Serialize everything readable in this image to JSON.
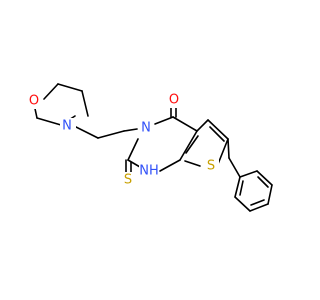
{
  "molecule": {
    "atoms": {
      "morpholine_o": {
        "label": "O",
        "color": "#ff0d0d"
      },
      "morpholine_n": {
        "label": "N",
        "color": "#3050f8"
      },
      "ring_n3": {
        "label": "N",
        "color": "#3050f8"
      },
      "carbonyl_o": {
        "label": "O",
        "color": "#ff0d0d"
      },
      "thione_s": {
        "label": "S",
        "color": "#c8a000"
      },
      "ring_nh": {
        "label": "NH",
        "color": "#3050f8"
      },
      "thiophene_s": {
        "label": "S",
        "color": "#c8a000"
      }
    },
    "bond_color": "#000000"
  }
}
